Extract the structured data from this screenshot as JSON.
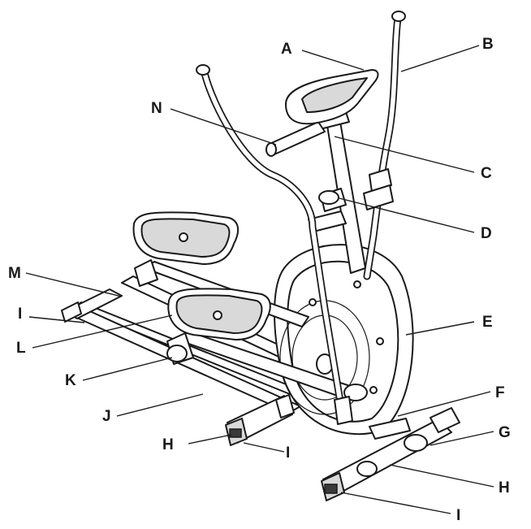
{
  "callouts": {
    "A": "A",
    "B": "B",
    "C": "C",
    "D": "D",
    "E": "E",
    "F": "F",
    "G": "G",
    "H_rear": "H",
    "H_front": "H",
    "I_left": "I",
    "I_rear": "I",
    "I_front": "I",
    "J": "J",
    "K": "K",
    "L": "L",
    "M": "M",
    "N": "N"
  }
}
